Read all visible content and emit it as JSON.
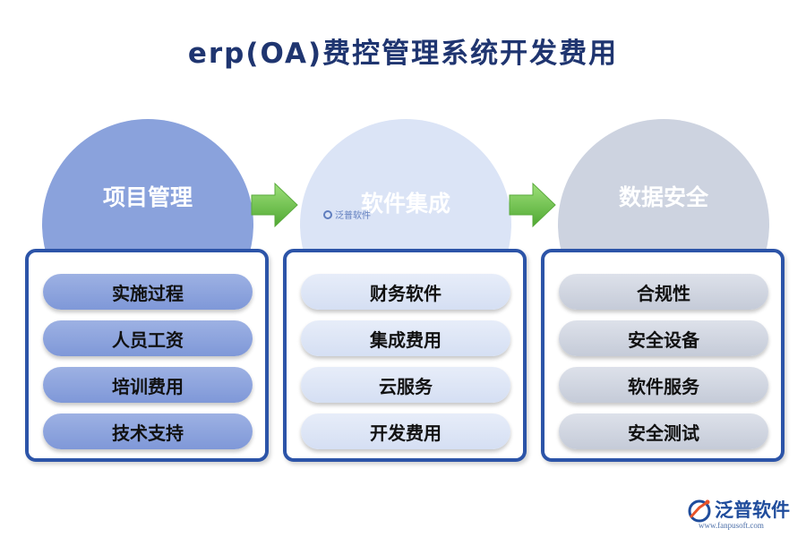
{
  "title": "erp(OA)费控管理系统开发费用",
  "columns": [
    {
      "heading": "项目管理",
      "items": [
        "实施过程",
        "人员工资",
        "培训费用",
        "技术支持"
      ]
    },
    {
      "heading": "软件集成",
      "items": [
        "财务软件",
        "集成费用",
        "云服务",
        "开发费用"
      ]
    },
    {
      "heading": "数据安全",
      "items": [
        "合规性",
        "安全设备",
        "软件服务",
        "安全测试"
      ]
    }
  ],
  "watermark": {
    "text": "泛普软件"
  },
  "brand": {
    "name": "泛普软件",
    "url": "www.fanpusoft.com"
  },
  "colors": {
    "title": "#1f3570",
    "box_border": "#2c54a8",
    "circle_1": "#8aa2dc",
    "circle_2": "#dbe4f6",
    "circle_3": "#cdd3e0",
    "arrow": "#6cc24a"
  }
}
